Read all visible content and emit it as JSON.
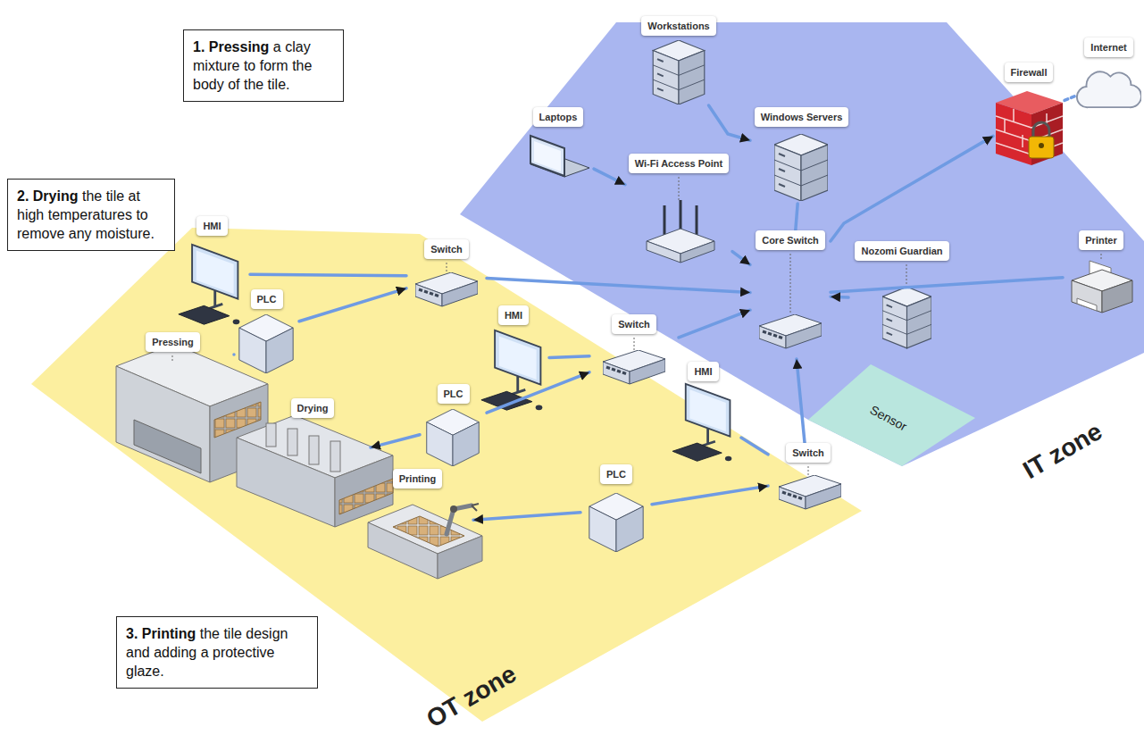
{
  "diagram": {
    "nodes": [
      {
        "text": [
          "1. Pressing",
          "a clay mixture to form the body of the tile."
        ]
      },
      {
        "text": [
          "2. Drying",
          "the tile at high temperatures to remove any moisture."
        ]
      },
      {
        "text": [
          "3. Printing",
          "the tile design and adding a protective glaze."
        ]
      },
      {
        "text": [
          "IT zone"
        ]
      },
      {
        "text": [
          "Workstations"
        ],
        "in": 3
      },
      {
        "text": [
          "Laptops"
        ],
        "in": 3
      },
      {
        "text": [
          "Windows Servers"
        ],
        "in": 3
      },
      {
        "text": [
          "Wi-Fi Access Point"
        ],
        "in": 3
      },
      {
        "text": [
          "Core Switch"
        ],
        "in": 3
      },
      {
        "text": [
          "Printer"
        ],
        "in": 3
      },
      {
        "text": [
          "Sensor"
        ],
        "in": 3
      },
      {
        "text": [
          "Nozomi Guardian"
        ],
        "in": 3
      },
      {
        "text": [
          "Firewall"
        ]
      },
      {
        "text": [
          "Internet"
        ]
      },
      {
        "text": [
          "OT zone"
        ]
      },
      {
        "text": [
          "HMI"
        ],
        "in": 14
      },
      {
        "text": [
          "Switch"
        ],
        "in": 14
      },
      {
        "text": [
          "PLC"
        ],
        "in": 14
      },
      {
        "text": [
          "Pressing"
        ],
        "in": 14
      },
      {
        "text": [
          "HMI"
        ],
        "in": 14
      },
      {
        "text": [
          "Switch"
        ],
        "in": 14
      },
      {
        "text": [
          "PLC"
        ],
        "in": 14
      },
      {
        "text": [
          "Drying"
        ],
        "in": 14
      },
      {
        "text": [
          "HMI"
        ],
        "in": 14
      },
      {
        "text": [
          "Switch"
        ],
        "in": 14
      },
      {
        "text": [
          "PLC"
        ],
        "in": 14
      },
      {
        "text": [
          "Printing"
        ],
        "in": 14
      }
    ],
    "edges": [
      {
        "from": 4,
        "to": 6,
        "arrow": "to"
      },
      {
        "from": 5,
        "to": 7,
        "arrow": "to"
      },
      {
        "from": 7,
        "to": 8,
        "arrow": "to"
      },
      {
        "from": 6,
        "to": 8,
        "arrow": "none"
      },
      {
        "from": 8,
        "to": 12,
        "arrow": "to"
      },
      {
        "from": 12,
        "to": 13,
        "arrow": "none"
      },
      {
        "from": 8,
        "to": 9,
        "arrow": "none"
      },
      {
        "from": 11,
        "to": 8,
        "arrow": "to"
      },
      {
        "from": 16,
        "to": 8,
        "arrow": "to"
      },
      {
        "from": 20,
        "to": 8,
        "arrow": "to"
      },
      {
        "from": 24,
        "to": 8,
        "arrow": "to"
      },
      {
        "from": 15,
        "to": 16,
        "arrow": "none"
      },
      {
        "from": 17,
        "to": 16,
        "arrow": "to"
      },
      {
        "from": 18,
        "to": 17,
        "arrow": "none"
      },
      {
        "from": 19,
        "to": 20,
        "arrow": "none"
      },
      {
        "from": 21,
        "to": 20,
        "arrow": "to"
      },
      {
        "from": 21,
        "to": 22,
        "arrow": "to"
      },
      {
        "from": 23,
        "to": 24,
        "arrow": "none"
      },
      {
        "from": 25,
        "to": 24,
        "arrow": "to"
      },
      {
        "from": 25,
        "to": 26,
        "arrow": "to"
      }
    ]
  }
}
